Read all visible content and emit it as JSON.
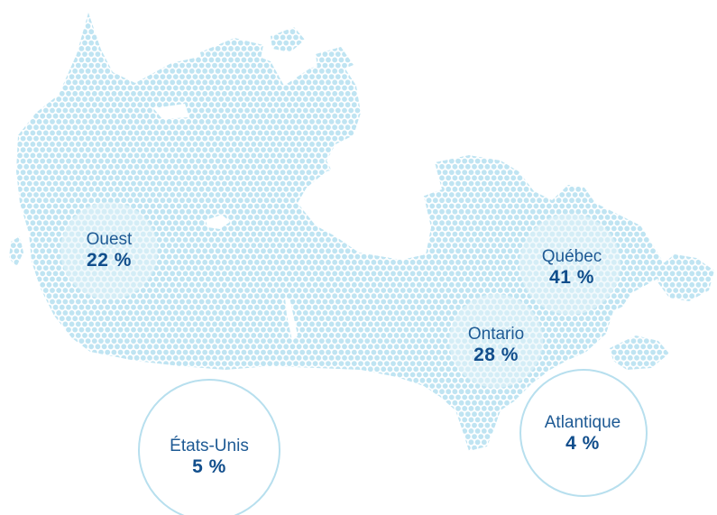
{
  "colors": {
    "dot": "#bfe4f2",
    "label_text": "#1e5a94",
    "value_text": "#114e8c",
    "bubble_fill": "#e6f4fa",
    "bubble_stroke": "#b7dfee"
  },
  "regions": [
    {
      "id": "ouest",
      "name": "Ouest",
      "value": "22 %",
      "share": 22
    },
    {
      "id": "quebec",
      "name": "Québec",
      "value": "41 %",
      "share": 41
    },
    {
      "id": "ontario",
      "name": "Ontario",
      "value": "28 %",
      "share": 28
    },
    {
      "id": "atlantique",
      "name": "Atlantique",
      "value": "4 %",
      "share": 4
    },
    {
      "id": "etats-unis",
      "name": "États-Unis",
      "value": "5 %",
      "share": 5
    }
  ]
}
